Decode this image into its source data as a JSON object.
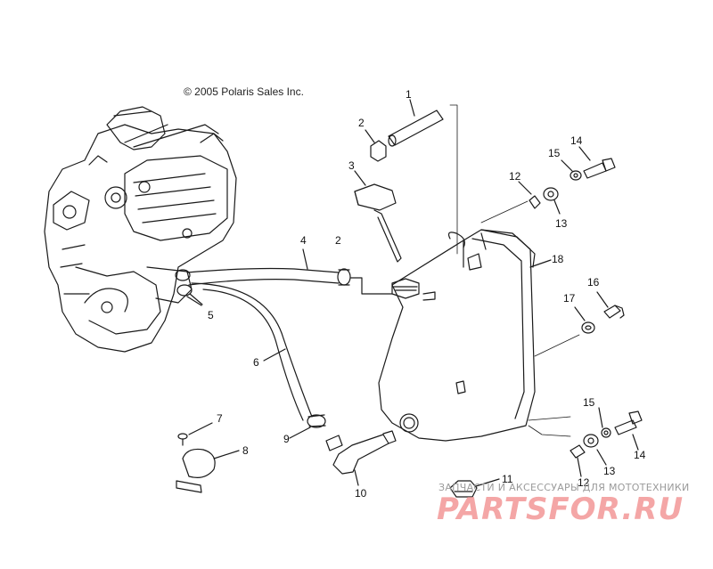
{
  "copyright": "© 2005 Polaris Sales Inc.",
  "callouts": {
    "c1": "1",
    "c2a": "2",
    "c2b": "2",
    "c3": "3",
    "c4": "4",
    "c5": "5",
    "c6": "6",
    "c7": "7",
    "c8": "8",
    "c9": "9",
    "c10": "10",
    "c11": "11",
    "c12a": "12",
    "c12b": "12",
    "c13a": "13",
    "c13b": "13",
    "c14a": "14",
    "c14b": "14",
    "c15a": "15",
    "c15b": "15",
    "c16": "16",
    "c17": "17",
    "c18": "18"
  },
  "watermark": {
    "subtitle": "ЗАПЧАСТИ И АКСЕССУАРЫ ДЛЯ МОТОТЕХНИКИ",
    "logo": "PARTSFOR.RU"
  }
}
